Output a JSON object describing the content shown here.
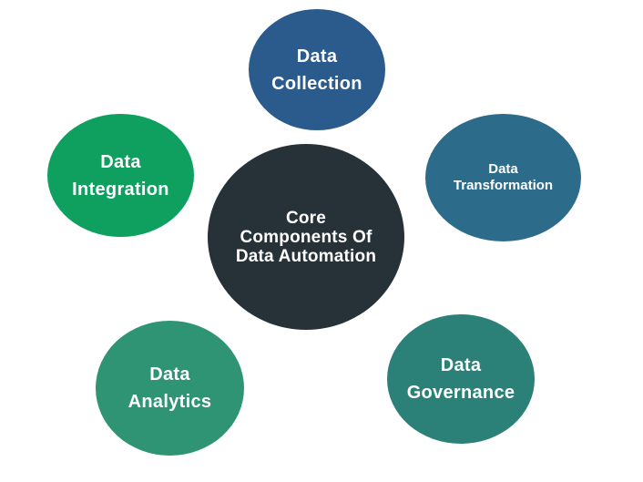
{
  "diagram_title": "Core Components Of Data Automation",
  "background_color": "#ffffff",
  "text_color": "#ffffff",
  "center": {
    "line1": "Core",
    "line2": "Components Of",
    "line3": "Data Automation",
    "color": "#263238"
  },
  "nodes": {
    "collection": {
      "line1": "Data",
      "line2": "Collection",
      "color": "#2a5b8c"
    },
    "transformation": {
      "line1": "Data",
      "line2": "Transformation",
      "color": "#2d6b8b"
    },
    "integration": {
      "line1": "Data",
      "line2": "Integration",
      "color": "#0fa05f"
    },
    "analytics": {
      "line1": "Data",
      "line2": "Analytics",
      "color": "#2e9474"
    },
    "governance": {
      "line1": "Data",
      "line2": "Governance",
      "color": "#2b8078"
    }
  }
}
